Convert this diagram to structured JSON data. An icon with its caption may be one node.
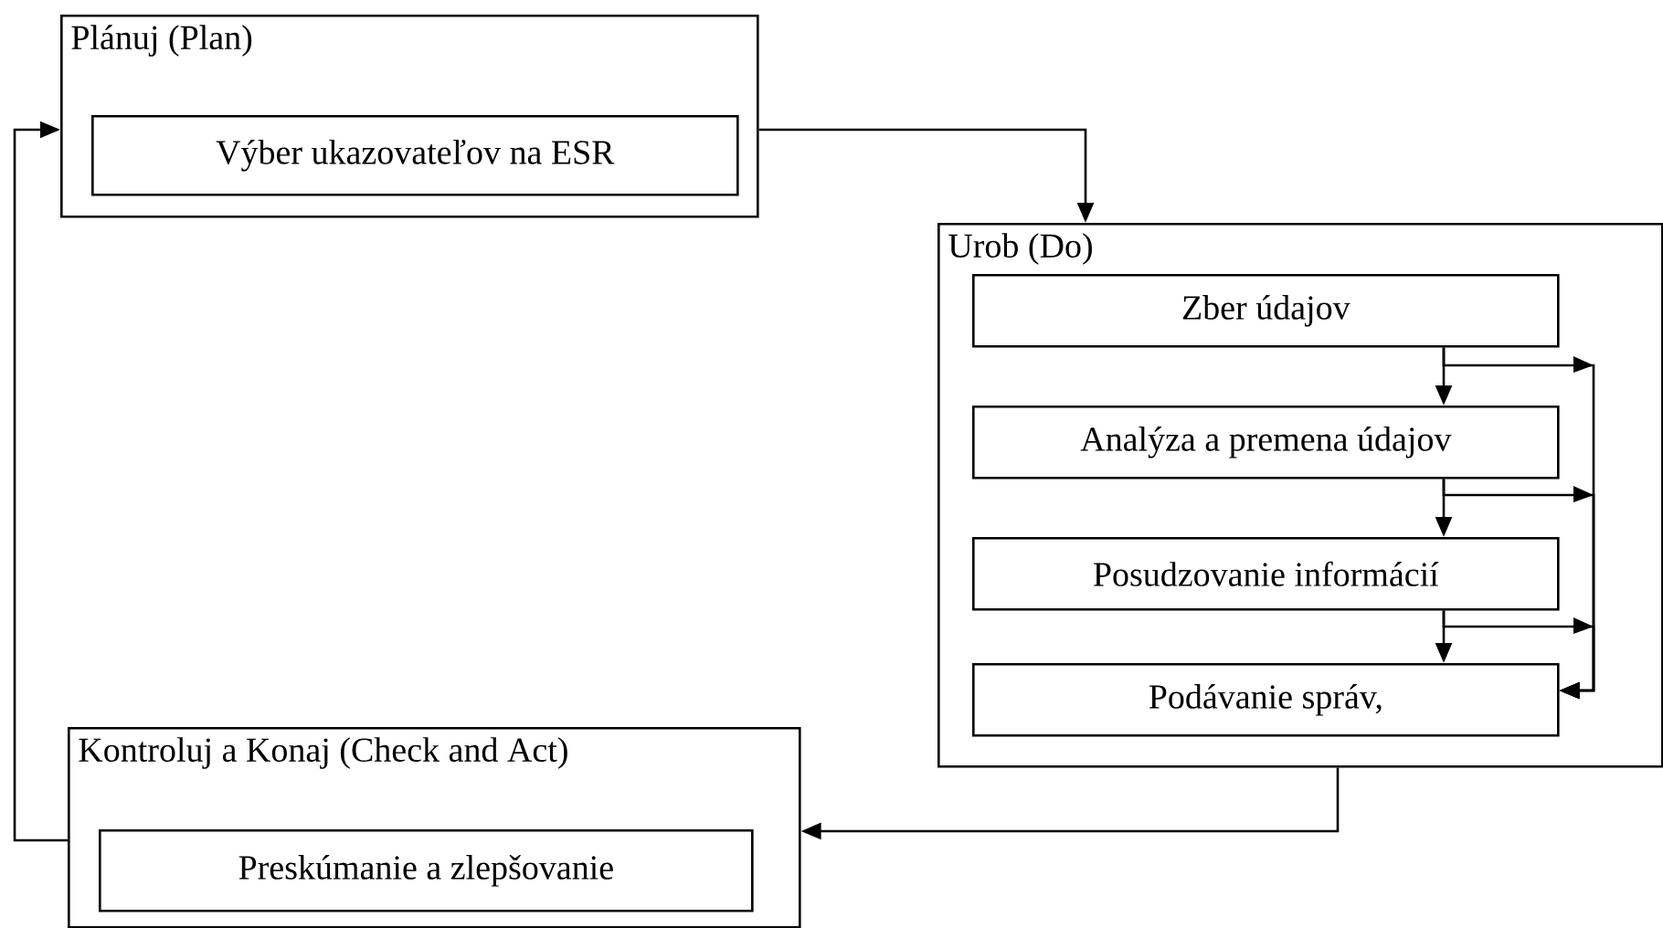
{
  "diagram": {
    "nodes": [
      {
        "text": [
          "Plánuj (Plan)"
        ]
      },
      {
        "text": [
          "Výber ukazovateľov na ESR"
        ],
        "in": 0
      },
      {
        "text": [
          "Urob (Do)"
        ]
      },
      {
        "text": [
          "Zber údajov"
        ],
        "in": 2
      },
      {
        "text": [
          "Analýza a premena údajov"
        ],
        "in": 2
      },
      {
        "text": [
          "Posudzovanie informácií"
        ],
        "in": 2
      },
      {
        "text": [
          "Podávanie správ,"
        ],
        "in": 2
      },
      {
        "text": [
          "Kontroluj a Konaj (Check and Act)"
        ]
      },
      {
        "text": [
          "Preskúmanie a zlepšovanie"
        ],
        "in": 7
      }
    ],
    "edges": [
      {
        "from": 0,
        "to": 2,
        "arrow": "to"
      },
      {
        "from": 3,
        "to": 4,
        "arrow": "to"
      },
      {
        "from": 4,
        "to": 5,
        "arrow": "to"
      },
      {
        "from": 5,
        "to": 6,
        "arrow": "to"
      },
      {
        "from": 3,
        "to": 6,
        "arrow": "to"
      },
      {
        "from": 4,
        "to": 6,
        "arrow": "to"
      },
      {
        "from": 5,
        "to": 6,
        "arrow": "to"
      },
      {
        "from": 2,
        "to": 7,
        "arrow": "to"
      },
      {
        "from": 7,
        "to": 0,
        "arrow": "to"
      }
    ]
  }
}
